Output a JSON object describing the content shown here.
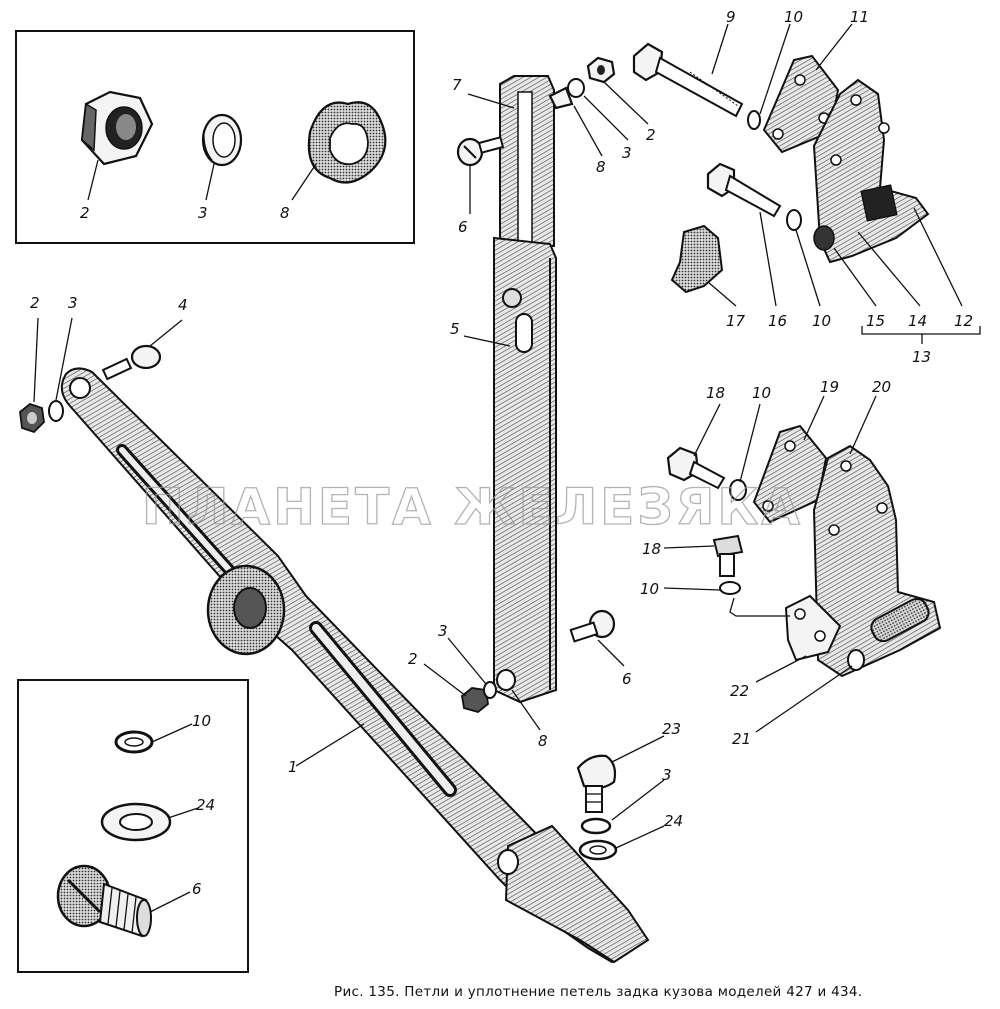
{
  "caption": "Рис. 135. Петли и уплотнение петель задка кузова моделей 427 и 434.",
  "watermark": "ПЛАНЕТА ЖЕЛЕЗЯКА",
  "labels": {
    "inset_top": [
      "2",
      "3",
      "8"
    ],
    "arm": [
      "2",
      "3",
      "4",
      "1"
    ],
    "column": [
      "7",
      "6",
      "5",
      "8",
      "3",
      "2",
      "3",
      "2",
      "8",
      "6"
    ],
    "upper_hinge": [
      "9",
      "10",
      "11",
      "17",
      "16",
      "10",
      "15",
      "14",
      "12",
      "13"
    ],
    "lower_hinge": [
      "18",
      "10",
      "19",
      "20",
      "18",
      "10",
      "22",
      "21"
    ],
    "bolt_set": [
      "23",
      "3",
      "24"
    ],
    "inset_bottom": [
      "10",
      "24",
      "6"
    ]
  }
}
